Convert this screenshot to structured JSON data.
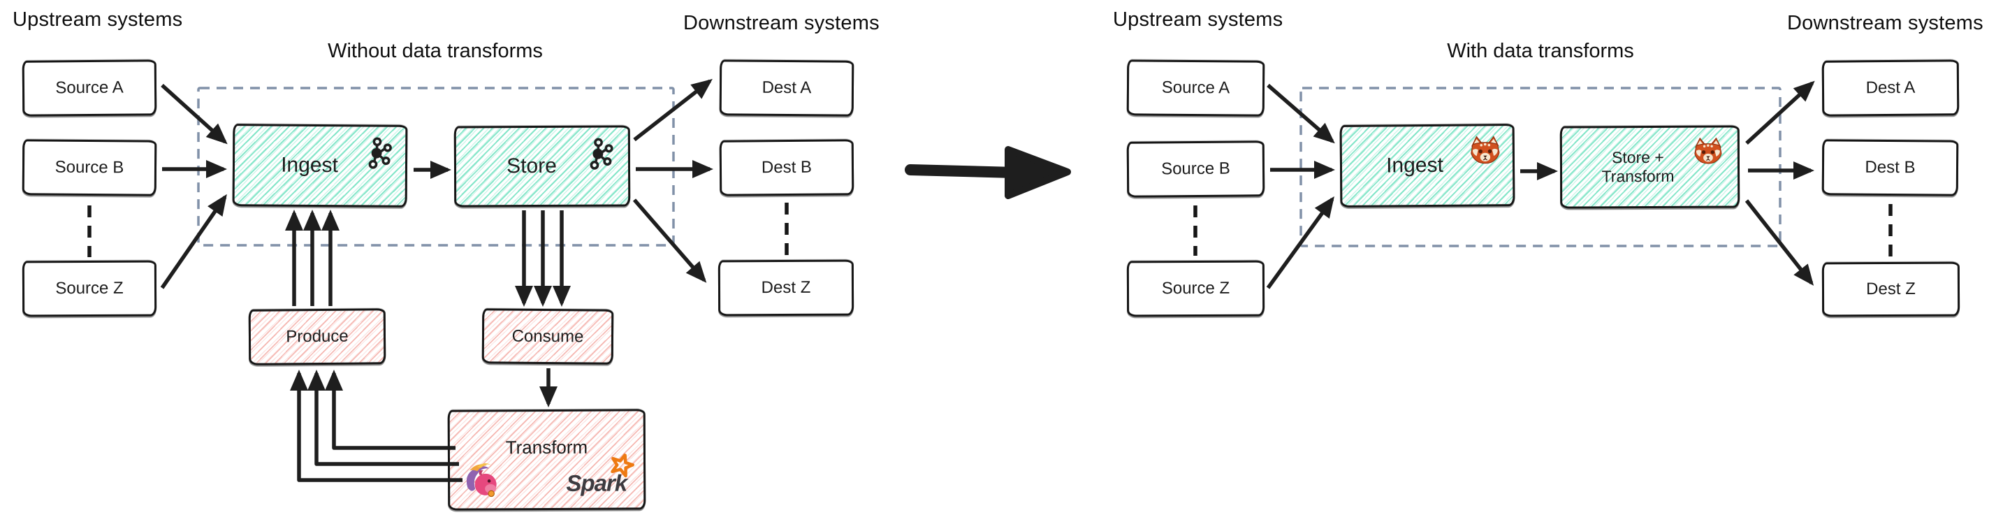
{
  "left": {
    "upstream_label": "Upstream systems",
    "downstream_label": "Downstream systems",
    "title": "Without data transforms",
    "sources": [
      "Source A",
      "Source B",
      "Source Z"
    ],
    "dests": [
      "Dest A",
      "Dest B",
      "Dest Z"
    ],
    "ingest_label": "Ingest",
    "store_label": "Store",
    "produce_label": "Produce",
    "consume_label": "Consume",
    "transform_label": "Transform",
    "spark_label": "Spark",
    "ingest_icon": "kafka-icon",
    "store_icon": "kafka-icon",
    "transform_icons": [
      "flink-squirrel-icon",
      "spark-logo"
    ]
  },
  "right": {
    "upstream_label": "Upstream systems",
    "downstream_label": "Downstream systems",
    "title": "With data transforms",
    "sources": [
      "Source A",
      "Source B",
      "Source Z"
    ],
    "dests": [
      "Dest A",
      "Dest B",
      "Dest Z"
    ],
    "ingest_label": "Ingest",
    "store_transform_line1": "Store +",
    "store_transform_line2": "Transform",
    "ingest_icon": "redpanda-icon",
    "store_icon": "redpanda-icon"
  },
  "colors": {
    "ink": "#1b1b1b",
    "teal_hatch": "#74e3c2",
    "pink_hatch": "#f3a49d",
    "dashed_border": "#8191a8",
    "spark_orange": "#ee7a12",
    "spark_gray": "#3d3b40",
    "flink_magenta": "#e6487e",
    "flink_purple": "#9063b0",
    "flink_orange": "#f2a43c",
    "redpanda_red": "#d1511f"
  }
}
